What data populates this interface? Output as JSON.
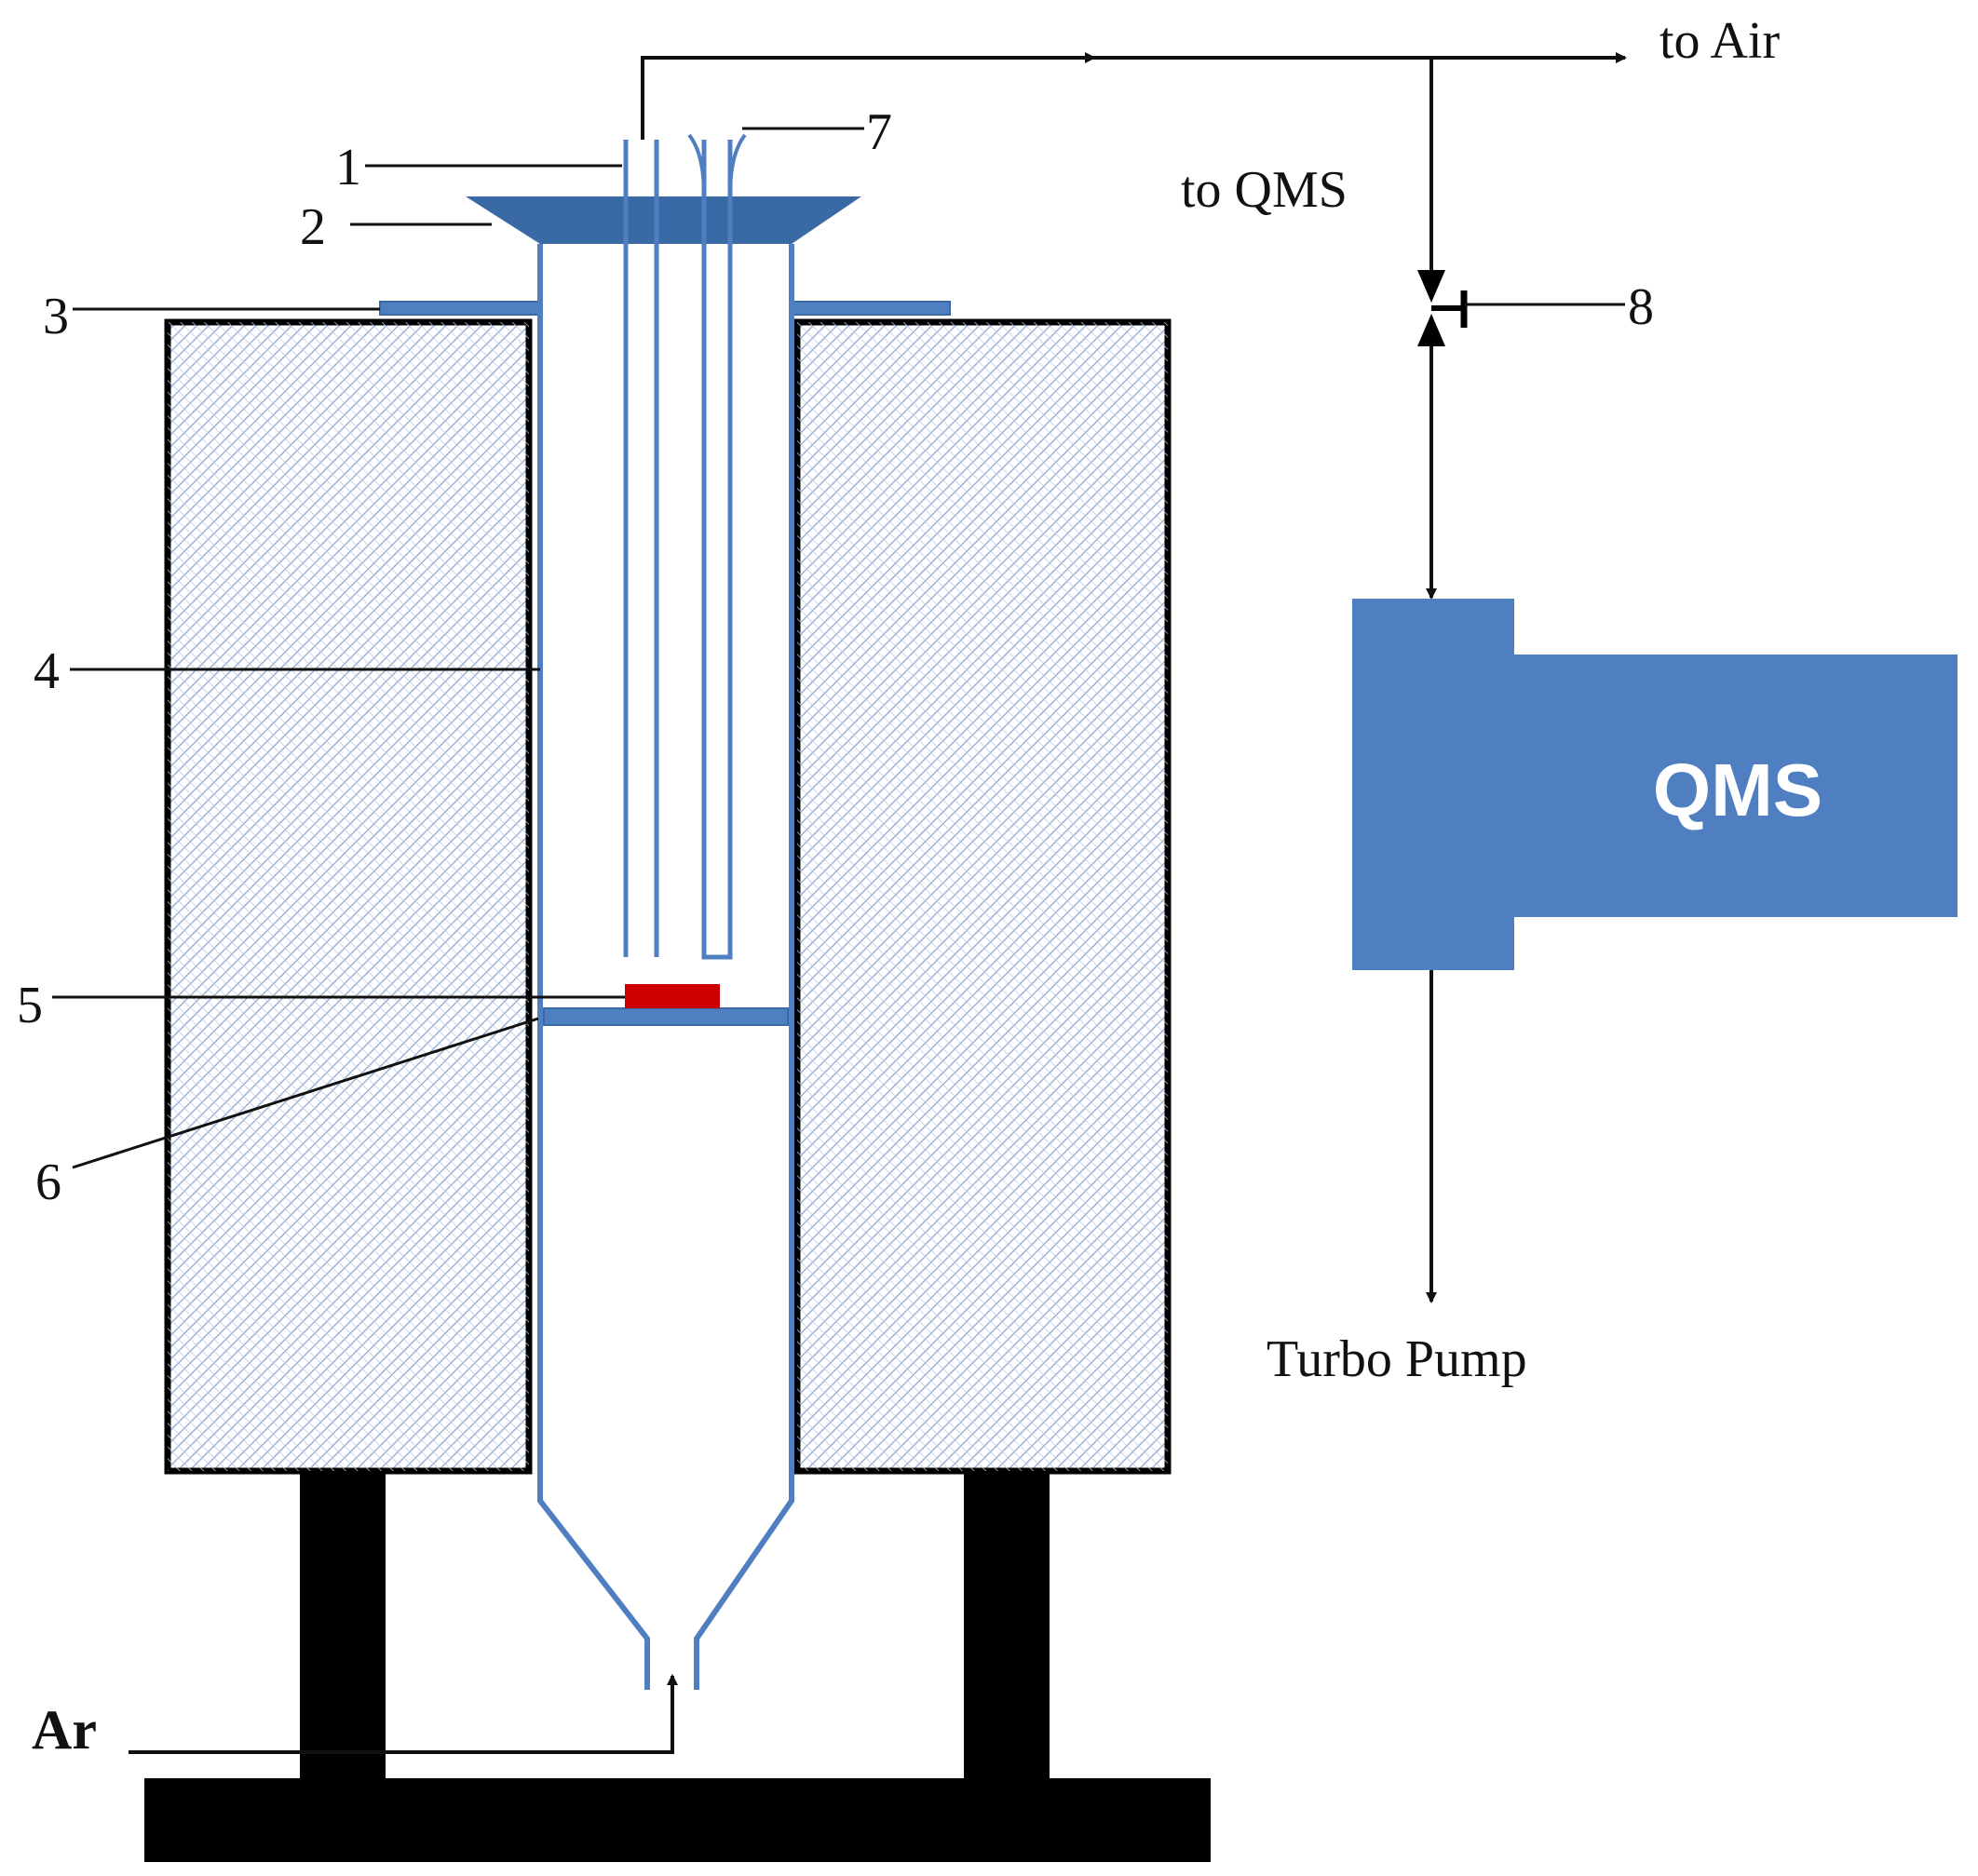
{
  "part_numbers": [
    "1",
    "2",
    "3",
    "4",
    "5",
    "6",
    "7",
    "8"
  ],
  "labels": {
    "to_air": "to Air",
    "to_qms": "to QMS",
    "turbo_pump": "Turbo Pump",
    "ar": "Ar",
    "qms": "QMS"
  },
  "colors": {
    "blue_part": "#4f7fc0",
    "blue_dark": "#3a6aa6",
    "sample": "#cc0000",
    "stand": "#000000",
    "insulation_hatch": "#9db3d6"
  }
}
